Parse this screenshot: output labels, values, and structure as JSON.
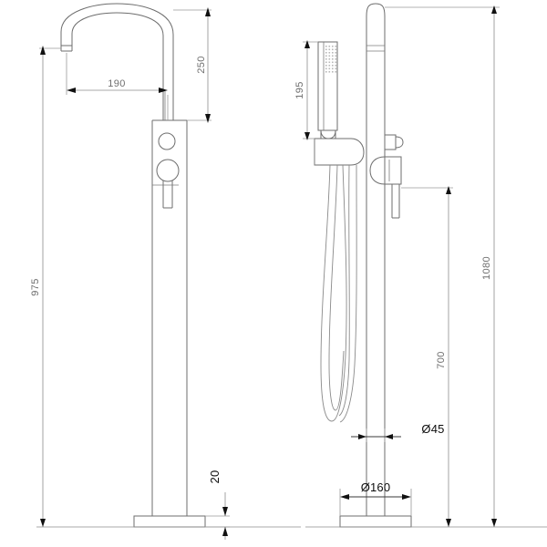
{
  "drawing": {
    "title": "Floor standing bath mixer with handshower - technical dimension drawing",
    "units": "mm",
    "background_color": "#ffffff",
    "line_color": "#6d6d6d",
    "dimension_text_color": "#6f6f6f",
    "emphasis_text_color": "#0d0d0d"
  },
  "views": {
    "left": {
      "name": "Front elevation - bath spout",
      "description": "Floor mounted bath mixer with gooseneck spout, diverter button and lever handle on round base plate"
    },
    "right": {
      "name": "Front elevation - handshower side",
      "description": "Floor mounted column with handshower in cradle, flexible hose loop, mixer lever handle and round base plate"
    }
  },
  "dimensions": {
    "spout_height": {
      "label": "250",
      "value": 250,
      "orientation": "vertical",
      "view": "left",
      "note": "Height of spout arch above handle body top"
    },
    "spout_reach": {
      "label": "190",
      "value": 190,
      "orientation": "horizontal",
      "view": "left",
      "note": "Horizontal reach from column centre to spout outlet"
    },
    "overall_height_left": {
      "label": "975",
      "value": 975,
      "orientation": "vertical",
      "view": "left",
      "note": "Overall height from floor to spout outlet level"
    },
    "base_thickness": {
      "label": "20",
      "value": 20,
      "orientation": "vertical",
      "view": "left",
      "note": "Base plate thickness"
    },
    "handshower_length": {
      "label": "195",
      "value": 195,
      "orientation": "vertical",
      "view": "right",
      "note": "Handshower overall length"
    },
    "overall_height_right": {
      "label": "1080",
      "value": 1080,
      "orientation": "vertical",
      "view": "right",
      "note": "Overall column height from floor to top"
    },
    "handle_height": {
      "label": "700",
      "value": 700,
      "orientation": "vertical",
      "view": "right",
      "note": "Height of mixer handle centre above floor"
    },
    "column_diameter": {
      "label": "Ø45",
      "value": 45,
      "symbol": "Ø",
      "orientation": "horizontal",
      "view": "right",
      "note": "Column tube diameter"
    },
    "base_diameter": {
      "label": "Ø160",
      "value": 160,
      "symbol": "Ø",
      "orientation": "horizontal",
      "view": "right",
      "note": "Base plate diameter"
    }
  },
  "components": {
    "left": [
      {
        "name": "gooseneck-spout",
        "label": "Gooseneck spout"
      },
      {
        "name": "column-tube",
        "label": "Column tube"
      },
      {
        "name": "diverter-button",
        "label": "Diverter button"
      },
      {
        "name": "mixer-handle",
        "label": "Mixer lever handle"
      },
      {
        "name": "base-plate",
        "label": "Round base plate"
      }
    ],
    "right": [
      {
        "name": "handshower",
        "label": "Handshower"
      },
      {
        "name": "handshower-face",
        "label": "Handshower spray face"
      },
      {
        "name": "handshower-cradle",
        "label": "Handshower cradle / holder"
      },
      {
        "name": "flexible-hose",
        "label": "Flexible hose"
      },
      {
        "name": "column-tube",
        "label": "Column tube"
      },
      {
        "name": "outlet-spout",
        "label": "Hose outlet"
      },
      {
        "name": "mixer-handle",
        "label": "Mixer lever handle"
      },
      {
        "name": "base-plate",
        "label": "Round base plate"
      }
    ]
  }
}
